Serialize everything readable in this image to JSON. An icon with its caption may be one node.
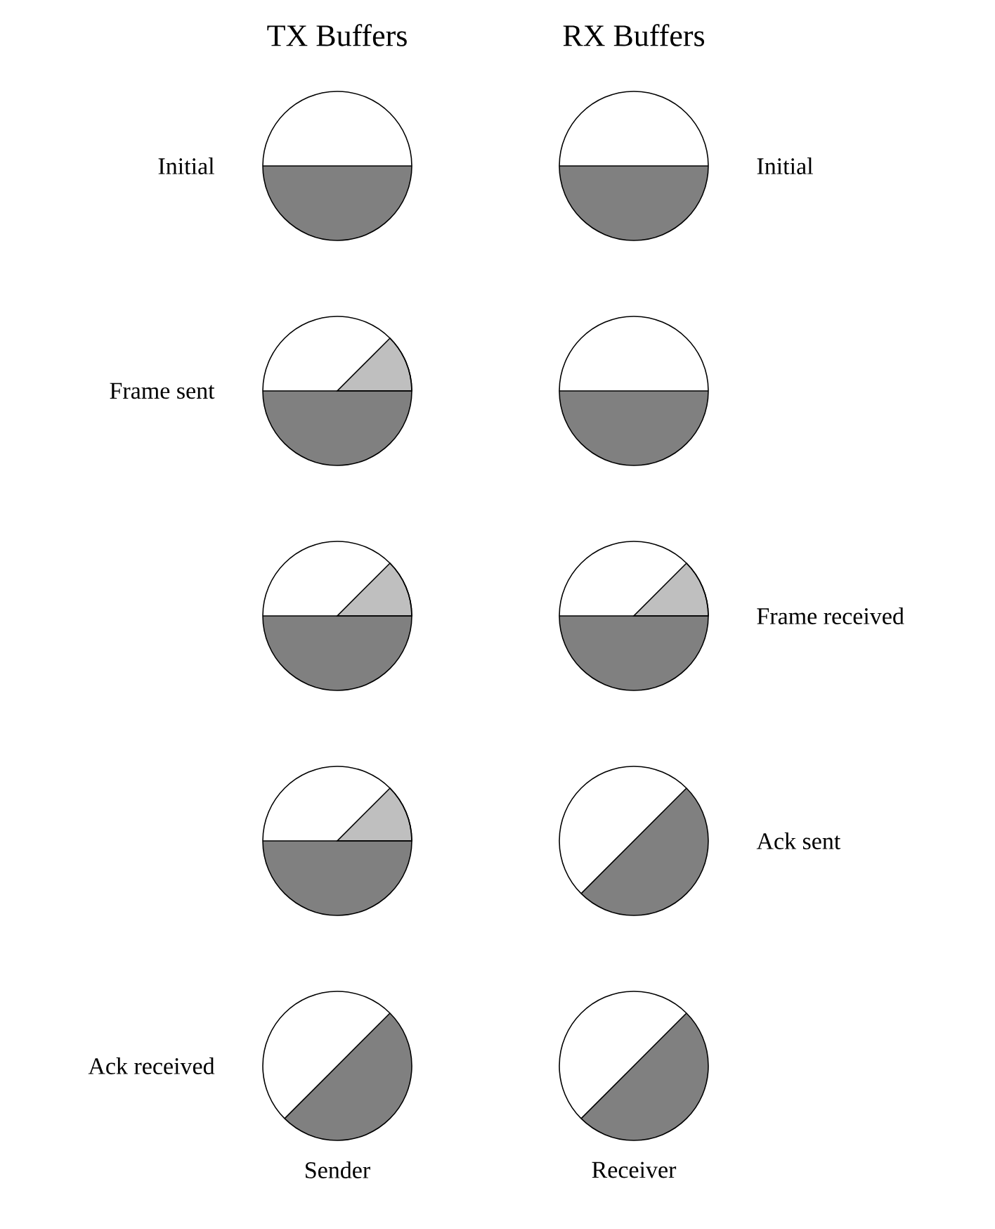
{
  "diagram": {
    "nodes": [
      {
        "text": [],
        "shape": "circle",
        "beside": [
          "Initial"
        ]
      },
      {
        "text": [],
        "shape": "circle",
        "beside": [
          "Initial"
        ]
      },
      {
        "text": [],
        "shape": "circle",
        "beside": [
          "Frame sent"
        ]
      },
      {
        "text": [],
        "shape": "circle"
      },
      {
        "text": [],
        "shape": "circle"
      },
      {
        "text": [],
        "shape": "circle",
        "beside": [
          "Frame received"
        ]
      },
      {
        "text": [],
        "shape": "circle"
      },
      {
        "text": [],
        "shape": "circle",
        "beside": [
          "Ack sent"
        ]
      },
      {
        "text": [],
        "shape": "circle",
        "beside": [
          "Ack received"
        ]
      },
      {
        "text": [],
        "shape": "circle"
      }
    ],
    "labels": [
      "TX Buffers",
      "RX Buffers",
      "Sender",
      "Receiver"
    ]
  }
}
